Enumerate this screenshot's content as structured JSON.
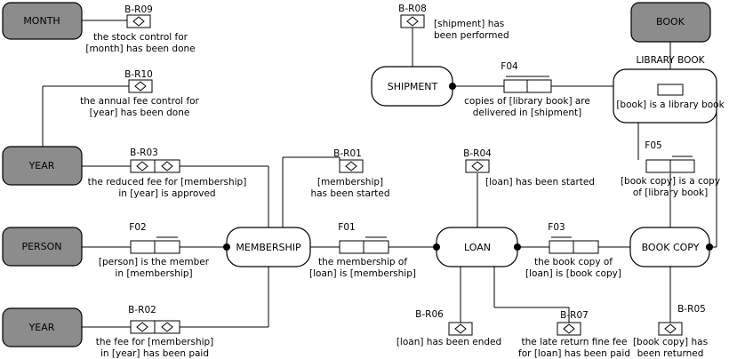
{
  "entities": {
    "month": "MONTH",
    "year_top": "YEAR",
    "person": "PERSON",
    "year_bottom": "YEAR",
    "book": "BOOK"
  },
  "facts": {
    "membership": "MEMBERSHIP",
    "loan": "LOAN",
    "book_copy": "BOOK COPY",
    "shipment": "SHIPMENT",
    "library_book": "LIBRARY BOOK"
  },
  "roles": {
    "f01": {
      "code": "F01",
      "line1": "the membership of",
      "line2": "[loan] is [membership]"
    },
    "f02": {
      "code": "F02",
      "line1": "[person]  is the member",
      "line2": "in [membership]"
    },
    "f03": {
      "code": "F03",
      "line1": "the book copy of",
      "line2": "[loan] is [book copy]"
    },
    "f04": {
      "code": "F04",
      "line1": "copies of [library book] are",
      "line2": "delivered in [shipment]"
    },
    "f05": {
      "code": "F05",
      "line1": "[book copy] is a copy",
      "line2": "of [library book]"
    },
    "library_book_role": {
      "line1": "[book] is a library book"
    }
  },
  "rules": {
    "br01": {
      "code": "B-R01",
      "line1": "[membership]",
      "line2": "has been started"
    },
    "br02": {
      "code": "B-R02",
      "line1": "the fee for [membership]",
      "line2": "in [year] has been paid"
    },
    "br03": {
      "code": "B-R03",
      "line1": "the reduced fee for [membership]",
      "line2": "in [year] is approved"
    },
    "br04": {
      "code": "B-R04",
      "line1": "[loan]  has been started"
    },
    "br05": {
      "code": "B-R05",
      "line1": "[book copy] has",
      "line2": "been returned"
    },
    "br06": {
      "code": "B-R06",
      "line1": "[loan] has been ended"
    },
    "br07": {
      "code": "B-R07",
      "line1": "the late return fine fee",
      "line2": "for [loan] has been paid"
    },
    "br08": {
      "code": "B-R08",
      "line1": "[shipment] has",
      "line2": "been performed"
    },
    "br09": {
      "code": "B-R09",
      "line1": "the stock control for",
      "line2": "[month] has been done"
    },
    "br10": {
      "code": "B-R10",
      "line1": "the annual fee control for",
      "line2": "[year]  has been done"
    }
  }
}
